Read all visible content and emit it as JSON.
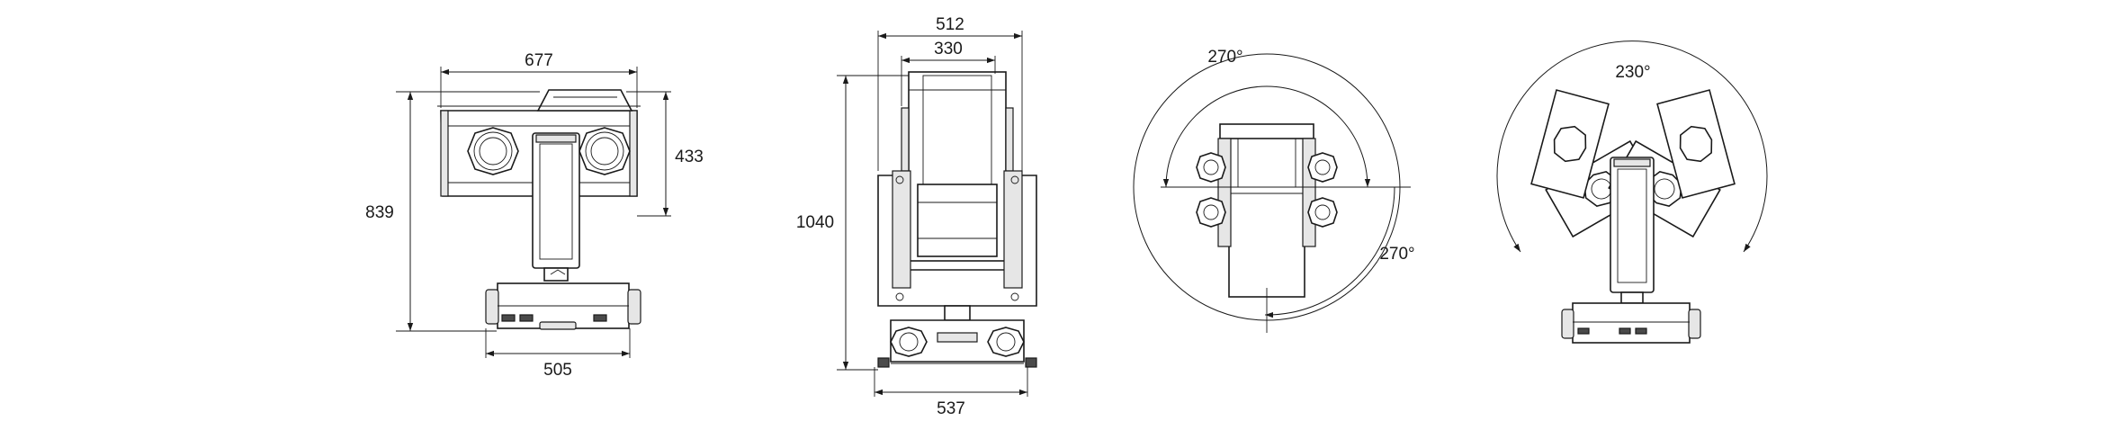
{
  "diagram": {
    "views": [
      {
        "id": "front",
        "dimensions": {
          "head_width": "677",
          "total_height": "839",
          "head_height": "433",
          "base_width": "505"
        }
      },
      {
        "id": "side",
        "dimensions": {
          "yoke_width": "512",
          "inner_width": "330",
          "total_height": "1040",
          "base_width": "537"
        }
      },
      {
        "id": "top",
        "rotations": {
          "pan_top": "270°",
          "pan_bottom": "270°"
        }
      },
      {
        "id": "tilt",
        "rotations": {
          "tilt": "230°"
        }
      }
    ]
  }
}
